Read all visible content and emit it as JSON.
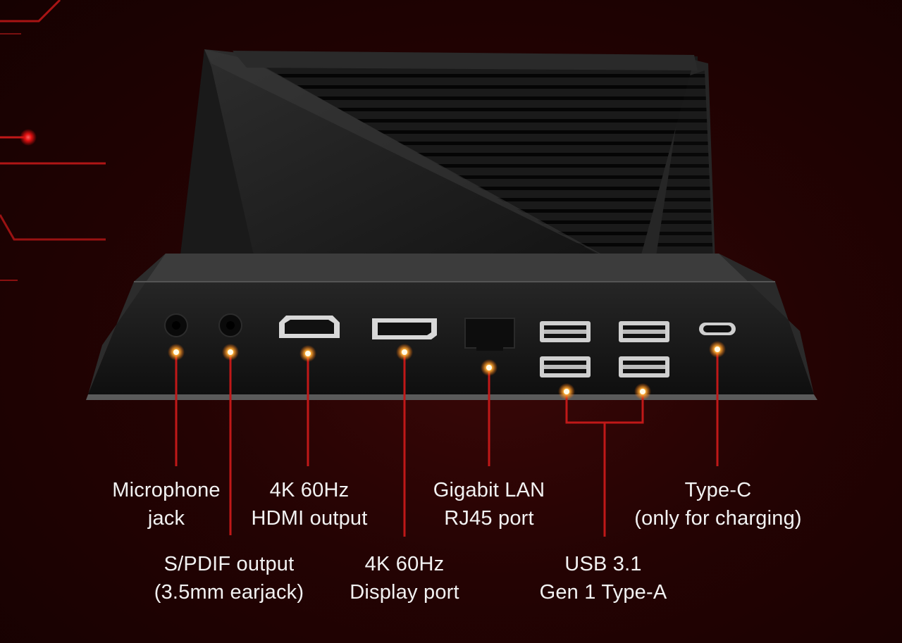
{
  "colors": {
    "background": "#240303",
    "accent_line": "#c01818",
    "dot_glow": "#ff9a2a",
    "label_text": "#f2f2f2",
    "device_body": "#202020"
  },
  "image": {
    "subject": "docking station with ports",
    "ports": [
      {
        "key": "mic",
        "name": "microphone-jack"
      },
      {
        "key": "spdif",
        "name": "spdif-jack"
      },
      {
        "key": "hdmi",
        "name": "hdmi-port"
      },
      {
        "key": "dp",
        "name": "displayport-port"
      },
      {
        "key": "lan",
        "name": "rj45-port"
      },
      {
        "key": "usb",
        "name": "usb-a-ports"
      },
      {
        "key": "typec",
        "name": "usb-c-port"
      }
    ]
  },
  "labels": {
    "mic": {
      "line1": "Microphone",
      "line2": "jack"
    },
    "hdmi": {
      "line1": "4K 60Hz",
      "line2": "HDMI output"
    },
    "lan": {
      "line1": "Gigabit LAN",
      "line2": "RJ45 port"
    },
    "typec": {
      "line1": "Type-C",
      "line2": "(only for charging)"
    },
    "spdif": {
      "line1": "S/PDIF output",
      "line2": "(3.5mm earjack)"
    },
    "dp": {
      "line1": "4K 60Hz",
      "line2": "Display port"
    },
    "usb": {
      "line1": "USB 3.1",
      "line2": "Gen 1 Type-A"
    }
  }
}
